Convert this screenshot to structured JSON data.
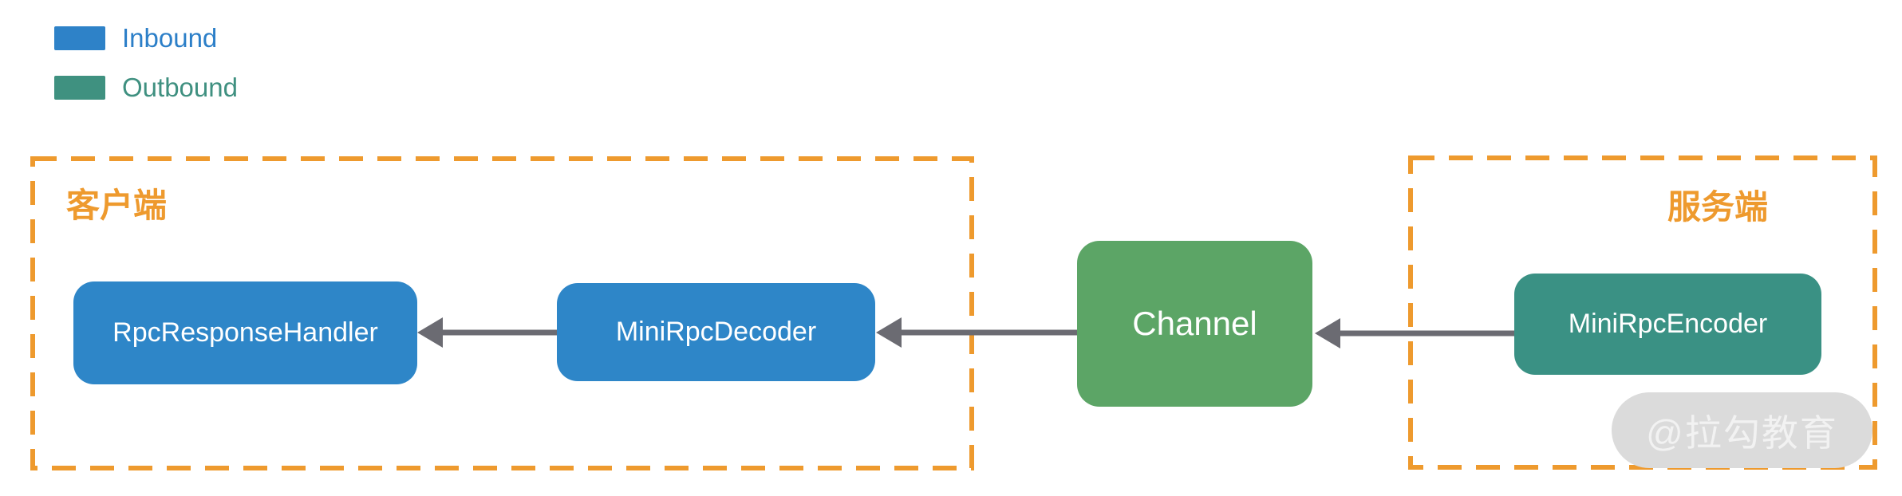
{
  "legend": {
    "items": [
      {
        "label": "Inbound",
        "color": "#2e82c8"
      },
      {
        "label": "Outbound",
        "color": "#3f9180"
      }
    ]
  },
  "groups": {
    "client": {
      "label": "客户端"
    },
    "server": {
      "label": "服务端"
    }
  },
  "nodes": {
    "rpc_response_handler": {
      "label": "RpcResponseHandler",
      "color": "#2e86c8",
      "group": "client"
    },
    "mini_rpc_decoder": {
      "label": "MiniRpcDecoder",
      "color": "#2e86c8",
      "group": "client"
    },
    "channel": {
      "label": "Channel",
      "color": "#5ca566",
      "group": "none"
    },
    "mini_rpc_encoder": {
      "label": "MiniRpcEncoder",
      "color": "#3a9184",
      "group": "server"
    }
  },
  "flow": {
    "direction": "right-to-left",
    "edges": [
      {
        "from": "MiniRpcEncoder",
        "to": "Channel"
      },
      {
        "from": "Channel",
        "to": "MiniRpcDecoder"
      },
      {
        "from": "MiniRpcDecoder",
        "to": "RpcResponseHandler"
      }
    ]
  },
  "watermark": {
    "text": "@拉勾教育"
  },
  "colors": {
    "group_border": "#ee9a2e",
    "group_label": "#ee9a2e",
    "arrow": "#6b6b72",
    "node_text": "#ffffff",
    "watermark_bg": "#dbdbdb",
    "watermark_text": "#f2f2f2"
  }
}
